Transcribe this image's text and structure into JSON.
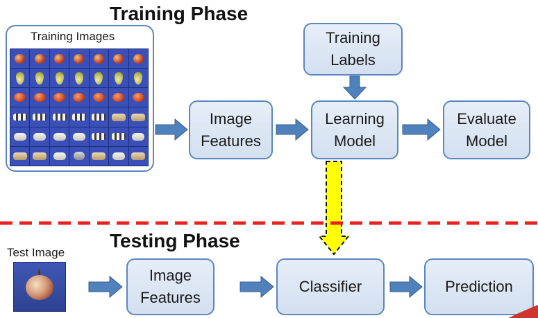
{
  "training": {
    "title": "Training Phase",
    "images_label": "Training Images",
    "image_grid": [
      [
        "apple",
        "apple",
        "apple",
        "apple",
        "apple",
        "apple",
        "apple"
      ],
      [
        "pear",
        "pear",
        "pear",
        "pear",
        "pear",
        "pear",
        "pear"
      ],
      [
        "tomato",
        "tomato",
        "tomato",
        "tomato",
        "tomato",
        "tomato",
        "tomato"
      ],
      [
        "cow",
        "cow",
        "cow",
        "cow",
        "cow",
        "horse",
        "horse"
      ],
      [
        "dog",
        "dog",
        "dog",
        "dog",
        "cow",
        "cow",
        "dog"
      ],
      [
        "horse",
        "horse",
        "dog",
        "cat",
        "horse",
        "dog",
        "horse"
      ]
    ],
    "features": [
      "Image",
      "Features"
    ],
    "labels": [
      "Training",
      "Labels"
    ],
    "learning": [
      "Learning",
      "Model"
    ],
    "evaluate": [
      "Evaluate",
      "Model"
    ]
  },
  "testing": {
    "title": "Testing Phase",
    "image_label": "Test Image",
    "features": [
      "Image",
      "Features"
    ],
    "classifier": "Classifier",
    "prediction": "Prediction"
  },
  "colors": {
    "box_fill": "#dbe5f2",
    "box_border": "#5b86c0",
    "arrow_fill": "#4f81bd",
    "arrow_stroke": "#385d8a",
    "dashed_divider": "#e8231f",
    "highlight_arrow": "#ffff00"
  }
}
